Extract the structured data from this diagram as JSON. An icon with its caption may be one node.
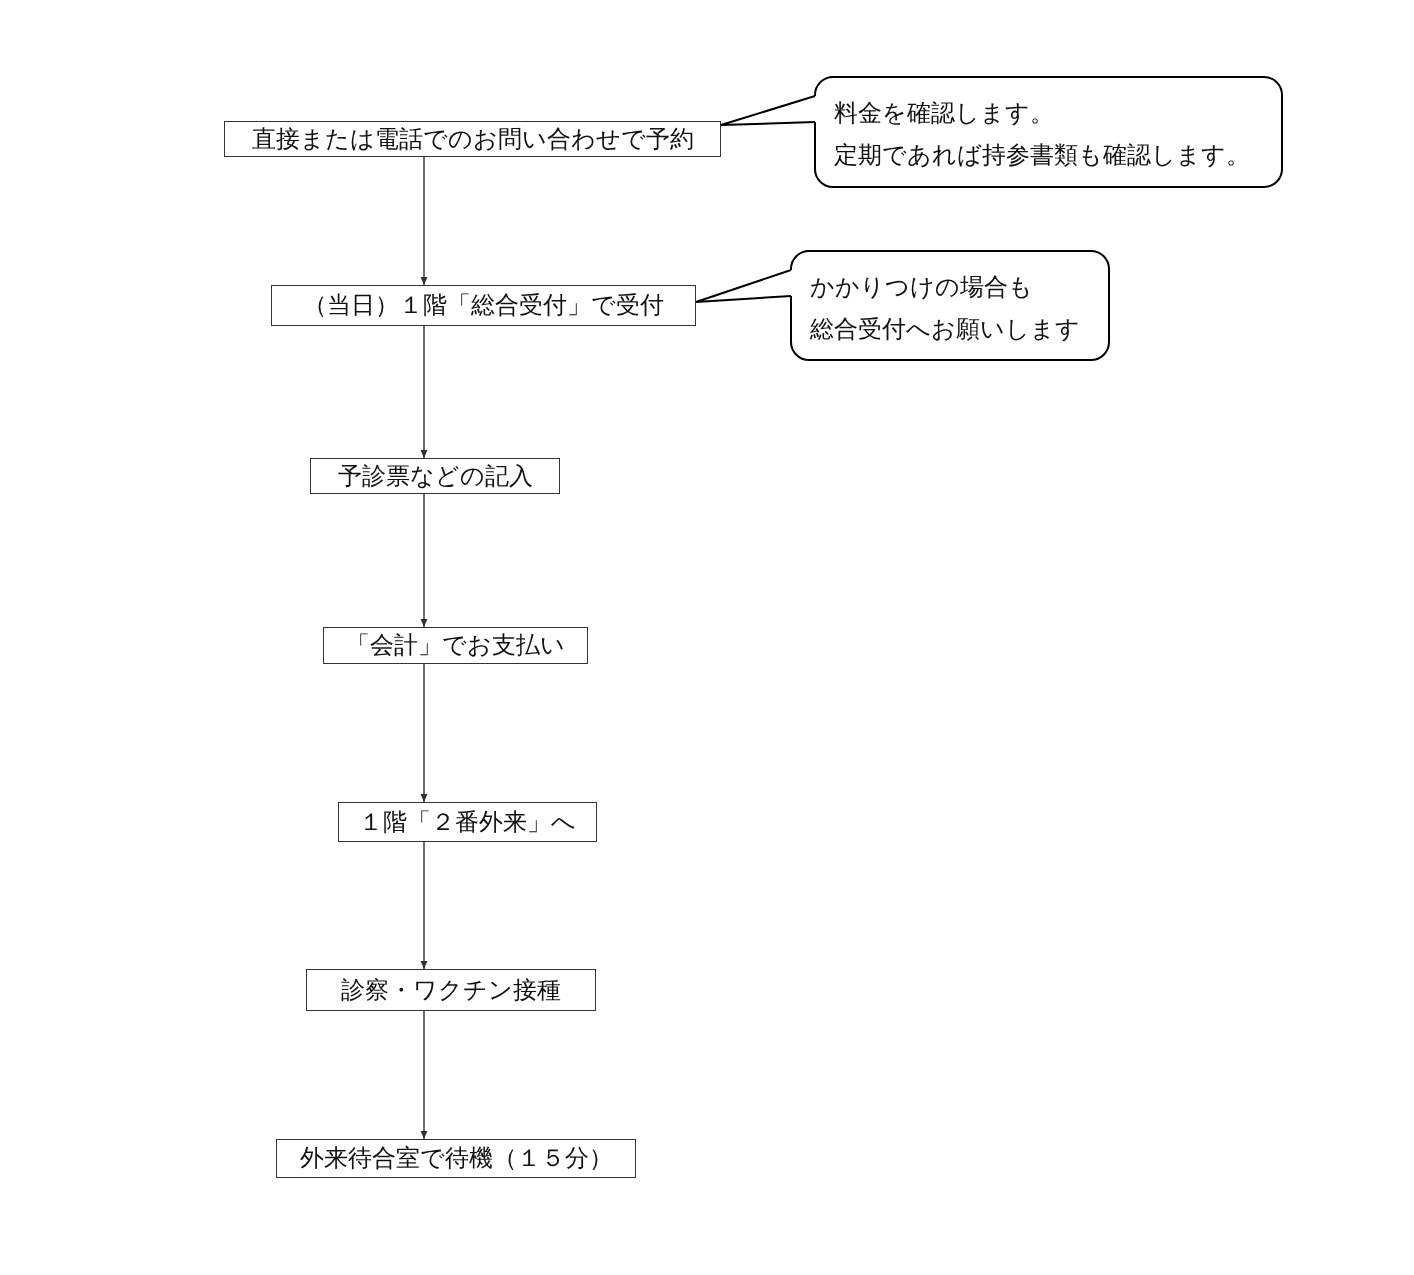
{
  "diagram": {
    "nodes": [
      {
        "text": [
          "直接または電話でのお問い合わせで予約"
        ]
      },
      {
        "text": [
          "（当日）１階「総合受付」で受付"
        ]
      },
      {
        "text": [
          "予診票などの記入"
        ]
      },
      {
        "text": [
          "「会計」でお支払い"
        ]
      },
      {
        "text": [
          "１階「２番外来」へ"
        ]
      },
      {
        "text": [
          "診察・ワクチン接種"
        ]
      },
      {
        "text": [
          "外来待合室で待機（１５分）"
        ]
      },
      {
        "text": [
          "料金を確認します。",
          "定期であれば持参書類も確認します。"
        ]
      },
      {
        "text": [
          "かかりつけの場合も",
          "総合受付へお願いします"
        ]
      }
    ],
    "edges": [
      {
        "from": 0,
        "to": 1,
        "arrow": "to"
      },
      {
        "from": 1,
        "to": 2,
        "arrow": "to"
      },
      {
        "from": 2,
        "to": 3,
        "arrow": "to"
      },
      {
        "from": 3,
        "to": 4,
        "arrow": "to"
      },
      {
        "from": 4,
        "to": 5,
        "arrow": "to"
      },
      {
        "from": 5,
        "to": 6,
        "arrow": "to"
      },
      {
        "from": 7,
        "to": 0,
        "arrow": "none"
      },
      {
        "from": 8,
        "to": 1,
        "arrow": "none"
      }
    ]
  }
}
